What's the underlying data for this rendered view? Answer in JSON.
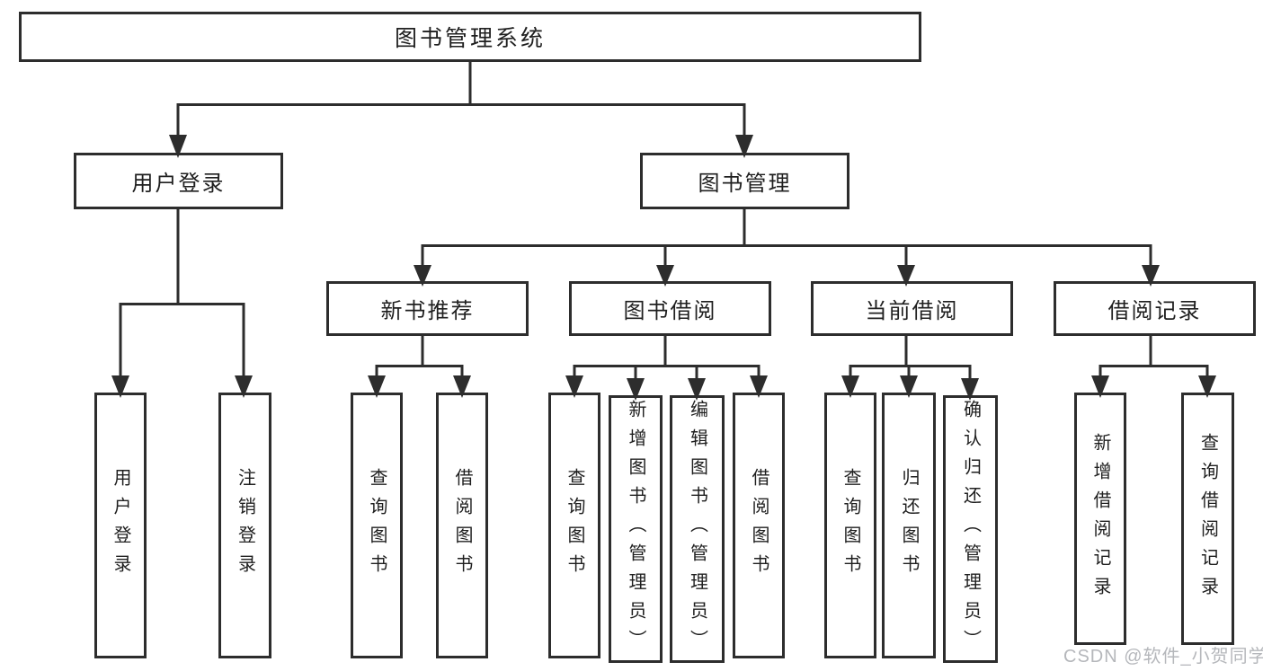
{
  "diagram": {
    "root": "图书管理系统",
    "branches": [
      {
        "label": "用户登录",
        "children": [
          "用户登录",
          "注销登录"
        ]
      },
      {
        "label": "图书管理",
        "sections": [
          {
            "label": "新书推荐",
            "children": [
              "查询图书",
              "借阅图书"
            ]
          },
          {
            "label": "图书借阅",
            "children": [
              "查询图书",
              "新增图书（管理员）",
              "编辑图书（管理员）",
              "借阅图书"
            ]
          },
          {
            "label": "当前借阅",
            "children": [
              "查询图书",
              "归还图书",
              "确认归还（管理员）"
            ]
          },
          {
            "label": "借阅记录",
            "children": [
              "新增借阅记录",
              "查询借阅记录"
            ]
          }
        ]
      }
    ]
  },
  "watermark": {
    "text": "CSDN @软件_小贺同学",
    "color": "#b5b7bb"
  },
  "colors": {
    "line": "#2d2d2d",
    "text": "#1f1f1f",
    "background": "#ffffff"
  }
}
